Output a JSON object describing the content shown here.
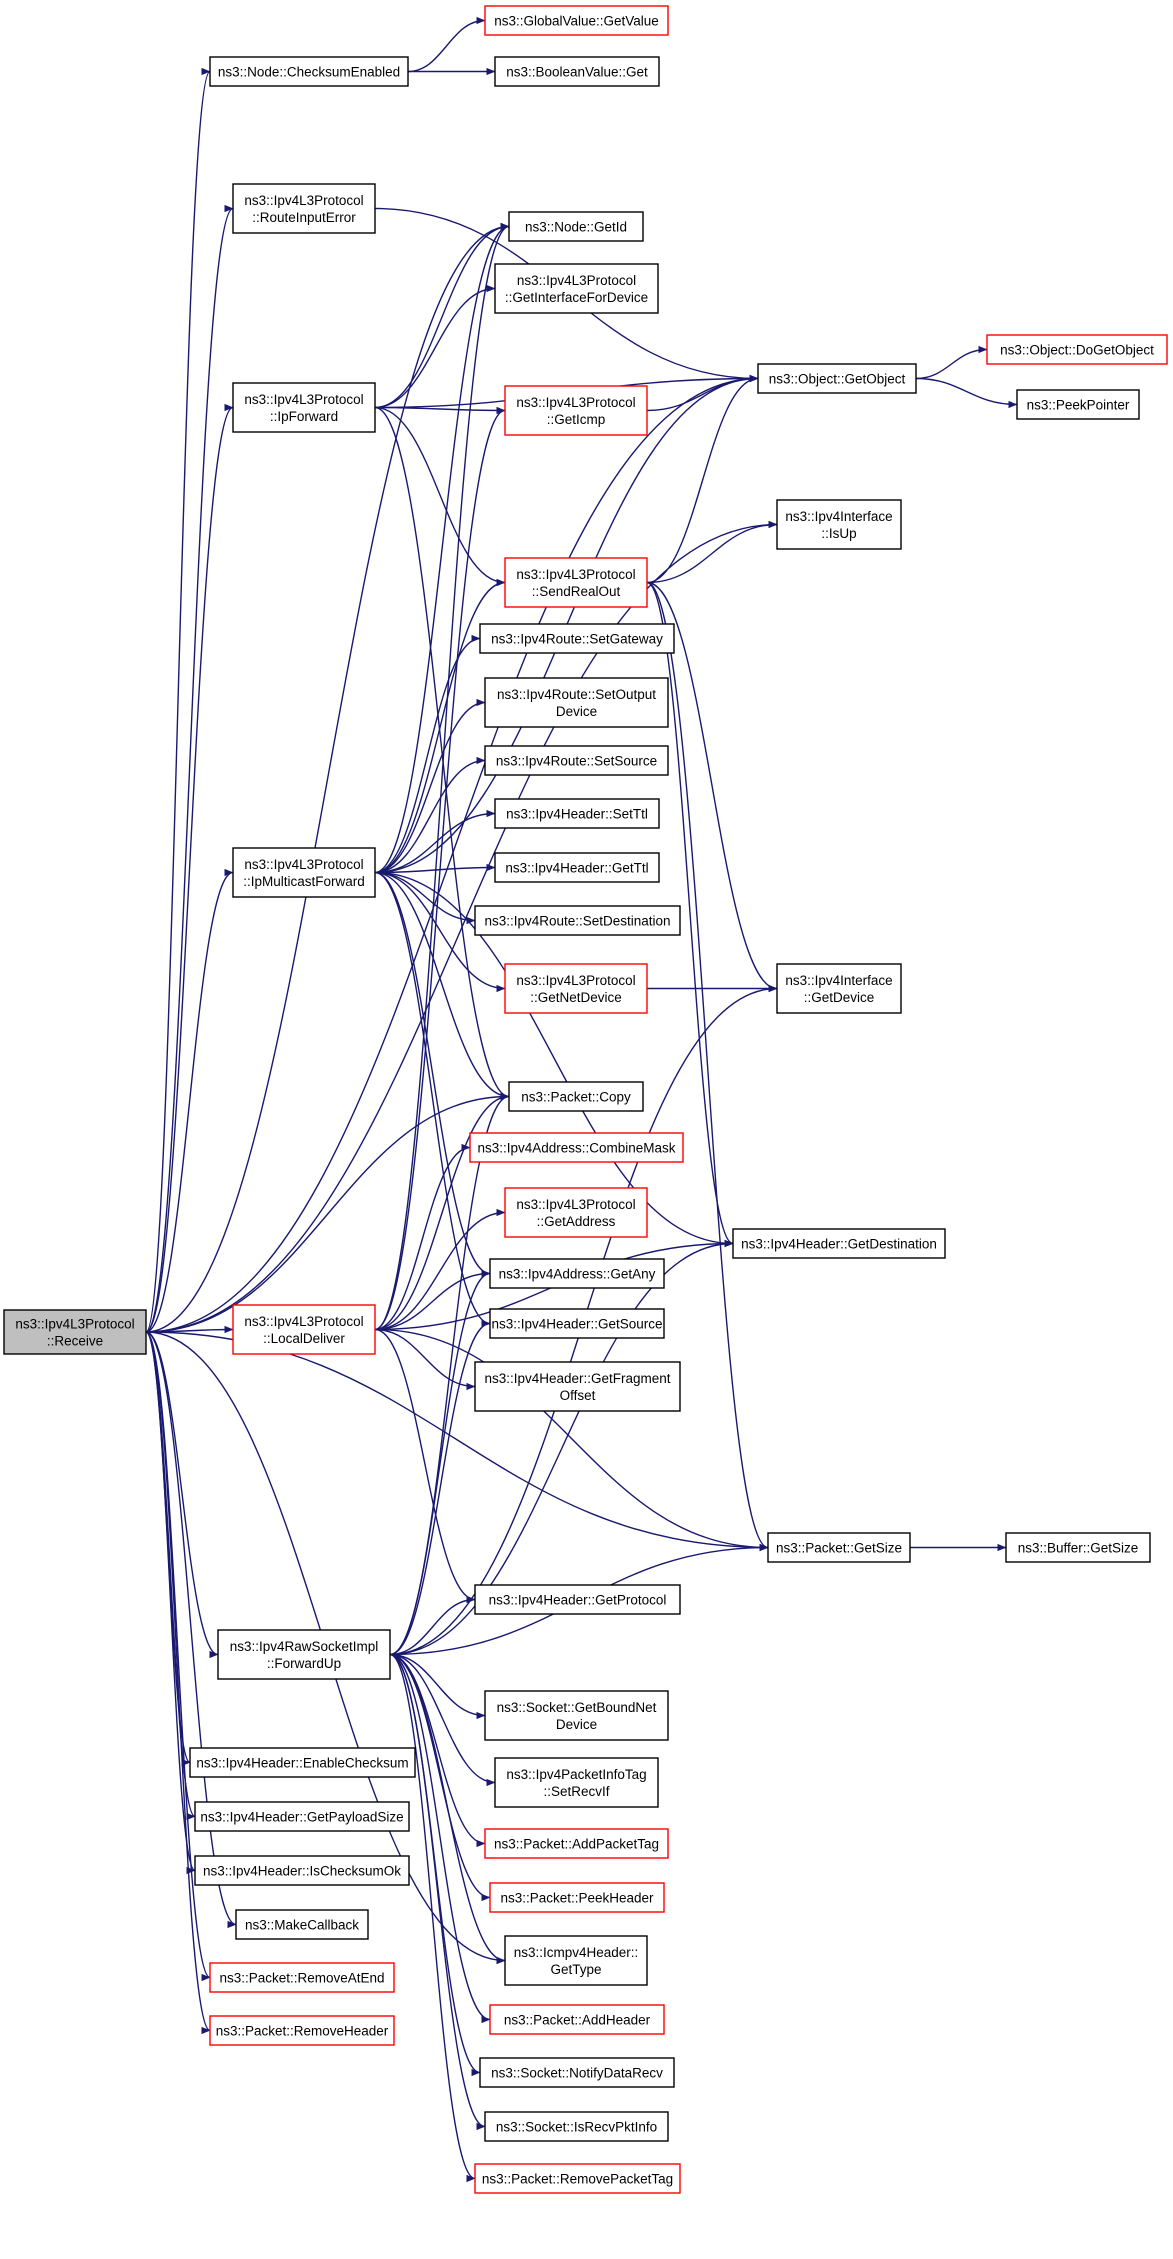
{
  "nodes": {
    "receive": {
      "lines": [
        "ns3::Ipv4L3Protocol",
        "::Receive"
      ],
      "style": "root"
    },
    "checksum_enabled": {
      "lines": [
        "ns3::Node::ChecksumEnabled"
      ]
    },
    "global_get_value": {
      "lines": [
        "ns3::GlobalValue::GetValue"
      ],
      "style": "red"
    },
    "boolean_get": {
      "lines": [
        "ns3::BooleanValue::Get"
      ]
    },
    "route_input_error": {
      "lines": [
        "ns3::Ipv4L3Protocol",
        "::RouteInputError"
      ]
    },
    "node_get_id": {
      "lines": [
        "ns3::Node::GetId"
      ]
    },
    "get_interface_for_device": {
      "lines": [
        "ns3::Ipv4L3Protocol",
        "::GetInterfaceForDevice"
      ]
    },
    "ip_forward": {
      "lines": [
        "ns3::Ipv4L3Protocol",
        "::IpForward"
      ]
    },
    "get_icmp": {
      "lines": [
        "ns3::Ipv4L3Protocol",
        "::GetIcmp"
      ],
      "style": "red"
    },
    "object_get_object": {
      "lines": [
        "ns3::Object::GetObject"
      ]
    },
    "do_get_object": {
      "lines": [
        "ns3::Object::DoGetObject"
      ],
      "style": "red"
    },
    "peek_pointer": {
      "lines": [
        "ns3::PeekPointer"
      ]
    },
    "iface_is_up": {
      "lines": [
        "ns3::Ipv4Interface",
        "::IsUp"
      ]
    },
    "send_real_out": {
      "lines": [
        "ns3::Ipv4L3Protocol",
        "::SendRealOut"
      ],
      "style": "red"
    },
    "route_set_gateway": {
      "lines": [
        "ns3::Ipv4Route::SetGateway"
      ]
    },
    "route_set_output_device": {
      "lines": [
        "ns3::Ipv4Route::SetOutput",
        "Device"
      ]
    },
    "route_set_source": {
      "lines": [
        "ns3::Ipv4Route::SetSource"
      ]
    },
    "header_set_ttl": {
      "lines": [
        "ns3::Ipv4Header::SetTtl"
      ]
    },
    "ip_multicast_forward": {
      "lines": [
        "ns3::Ipv4L3Protocol",
        "::IpMulticastForward"
      ]
    },
    "header_get_ttl": {
      "lines": [
        "ns3::Ipv4Header::GetTtl"
      ]
    },
    "route_set_destination": {
      "lines": [
        "ns3::Ipv4Route::SetDestination"
      ]
    },
    "get_net_device": {
      "lines": [
        "ns3::Ipv4L3Protocol",
        "::GetNetDevice"
      ],
      "style": "red"
    },
    "iface_get_device": {
      "lines": [
        "ns3::Ipv4Interface",
        "::GetDevice"
      ]
    },
    "packet_copy": {
      "lines": [
        "ns3::Packet::Copy"
      ]
    },
    "combine_mask": {
      "lines": [
        "ns3::Ipv4Address::CombineMask"
      ],
      "style": "red"
    },
    "get_address": {
      "lines": [
        "ns3::Ipv4L3Protocol",
        "::GetAddress"
      ],
      "style": "red"
    },
    "header_get_destination": {
      "lines": [
        "ns3::Ipv4Header::GetDestination"
      ]
    },
    "address_get_any": {
      "lines": [
        "ns3::Ipv4Address::GetAny"
      ]
    },
    "local_deliver": {
      "lines": [
        "ns3::Ipv4L3Protocol",
        "::LocalDeliver"
      ],
      "style": "red"
    },
    "header_get_source": {
      "lines": [
        "ns3::Ipv4Header::GetSource"
      ]
    },
    "header_get_fragment_offset": {
      "lines": [
        "ns3::Ipv4Header::GetFragment",
        "Offset"
      ]
    },
    "packet_get_size": {
      "lines": [
        "ns3::Packet::GetSize"
      ]
    },
    "buffer_get_size": {
      "lines": [
        "ns3::Buffer::GetSize"
      ]
    },
    "header_get_protocol": {
      "lines": [
        "ns3::Ipv4Header::GetProtocol"
      ]
    },
    "raw_forward_up": {
      "lines": [
        "ns3::Ipv4RawSocketImpl",
        "::ForwardUp"
      ]
    },
    "socket_get_bound_net_device": {
      "lines": [
        "ns3::Socket::GetBoundNet",
        "Device"
      ]
    },
    "enable_checksum": {
      "lines": [
        "ns3::Ipv4Header::EnableChecksum"
      ]
    },
    "packet_info_set_recv_if": {
      "lines": [
        "ns3::Ipv4PacketInfoTag",
        "::SetRecvIf"
      ]
    },
    "get_payload_size": {
      "lines": [
        "ns3::Ipv4Header::GetPayloadSize"
      ]
    },
    "add_packet_tag": {
      "lines": [
        "ns3::Packet::AddPacketTag"
      ],
      "style": "red"
    },
    "is_checksum_ok": {
      "lines": [
        "ns3::Ipv4Header::IsChecksumOk"
      ]
    },
    "peek_header": {
      "lines": [
        "ns3::Packet::PeekHeader"
      ],
      "style": "red"
    },
    "make_callback": {
      "lines": [
        "ns3::MakeCallback"
      ]
    },
    "icmp_get_type": {
      "lines": [
        "ns3::Icmpv4Header::",
        "GetType"
      ]
    },
    "remove_at_end": {
      "lines": [
        "ns3::Packet::RemoveAtEnd"
      ],
      "style": "red"
    },
    "remove_header": {
      "lines": [
        "ns3::Packet::RemoveHeader"
      ],
      "style": "red"
    },
    "add_header": {
      "lines": [
        "ns3::Packet::AddHeader"
      ],
      "style": "red"
    },
    "notify_data_recv": {
      "lines": [
        "ns3::Socket::NotifyDataRecv"
      ]
    },
    "is_recv_pkt_info": {
      "lines": [
        "ns3::Socket::IsRecvPktInfo"
      ]
    },
    "remove_packet_tag": {
      "lines": [
        "ns3::Packet::RemovePacketTag"
      ],
      "style": "red"
    }
  },
  "edges": [
    [
      "receive",
      "checksum_enabled"
    ],
    [
      "receive",
      "route_input_error"
    ],
    [
      "receive",
      "node_get_id"
    ],
    [
      "receive",
      "object_get_object"
    ],
    [
      "receive",
      "ip_forward"
    ],
    [
      "receive",
      "iface_is_up"
    ],
    [
      "receive",
      "ip_multicast_forward"
    ],
    [
      "receive",
      "packet_copy"
    ],
    [
      "receive",
      "local_deliver"
    ],
    [
      "receive",
      "raw_forward_up"
    ],
    [
      "receive",
      "enable_checksum"
    ],
    [
      "receive",
      "get_payload_size"
    ],
    [
      "receive",
      "is_checksum_ok"
    ],
    [
      "receive",
      "make_callback"
    ],
    [
      "receive",
      "remove_at_end"
    ],
    [
      "receive",
      "remove_header"
    ],
    [
      "receive",
      "icmp_get_type"
    ],
    [
      "receive",
      "packet_get_size"
    ],
    [
      "checksum_enabled",
      "global_get_value"
    ],
    [
      "checksum_enabled",
      "boolean_get"
    ],
    [
      "route_input_error",
      "object_get_object"
    ],
    [
      "ip_forward",
      "node_get_id"
    ],
    [
      "ip_forward",
      "get_interface_for_device"
    ],
    [
      "ip_forward",
      "object_get_object"
    ],
    [
      "ip_forward",
      "get_icmp"
    ],
    [
      "ip_forward",
      "send_real_out"
    ],
    [
      "ip_forward",
      "packet_copy"
    ],
    [
      "get_icmp",
      "object_get_object"
    ],
    [
      "object_get_object",
      "do_get_object"
    ],
    [
      "object_get_object",
      "peek_pointer"
    ],
    [
      "send_real_out",
      "object_get_object"
    ],
    [
      "send_real_out",
      "iface_is_up"
    ],
    [
      "send_real_out",
      "iface_get_device"
    ],
    [
      "send_real_out",
      "header_get_destination"
    ],
    [
      "send_real_out",
      "packet_get_size"
    ],
    [
      "ip_multicast_forward",
      "node_get_id"
    ],
    [
      "ip_multicast_forward",
      "object_get_object"
    ],
    [
      "ip_multicast_forward",
      "send_real_out"
    ],
    [
      "ip_multicast_forward",
      "route_set_gateway"
    ],
    [
      "ip_multicast_forward",
      "route_set_output_device"
    ],
    [
      "ip_multicast_forward",
      "route_set_source"
    ],
    [
      "ip_multicast_forward",
      "header_set_ttl"
    ],
    [
      "ip_multicast_forward",
      "header_get_ttl"
    ],
    [
      "ip_multicast_forward",
      "route_set_destination"
    ],
    [
      "ip_multicast_forward",
      "get_net_device"
    ],
    [
      "ip_multicast_forward",
      "packet_copy"
    ],
    [
      "ip_multicast_forward",
      "header_get_destination"
    ],
    [
      "ip_multicast_forward",
      "address_get_any"
    ],
    [
      "ip_multicast_forward",
      "header_get_source"
    ],
    [
      "get_net_device",
      "iface_get_device"
    ],
    [
      "local_deliver",
      "node_get_id"
    ],
    [
      "local_deliver",
      "get_icmp"
    ],
    [
      "local_deliver",
      "packet_copy"
    ],
    [
      "local_deliver",
      "combine_mask"
    ],
    [
      "local_deliver",
      "get_address"
    ],
    [
      "local_deliver",
      "address_get_any"
    ],
    [
      "local_deliver",
      "header_get_fragment_offset"
    ],
    [
      "local_deliver",
      "header_get_destination"
    ],
    [
      "local_deliver",
      "packet_get_size"
    ],
    [
      "local_deliver",
      "header_get_protocol"
    ],
    [
      "packet_get_size",
      "buffer_get_size"
    ],
    [
      "raw_forward_up",
      "packet_copy"
    ],
    [
      "raw_forward_up",
      "address_get_any"
    ],
    [
      "raw_forward_up",
      "header_get_source"
    ],
    [
      "raw_forward_up",
      "iface_get_device"
    ],
    [
      "raw_forward_up",
      "header_get_destination"
    ],
    [
      "raw_forward_up",
      "header_get_protocol"
    ],
    [
      "raw_forward_up",
      "socket_get_bound_net_device"
    ],
    [
      "raw_forward_up",
      "packet_info_set_recv_if"
    ],
    [
      "raw_forward_up",
      "add_packet_tag"
    ],
    [
      "raw_forward_up",
      "peek_header"
    ],
    [
      "raw_forward_up",
      "icmp_get_type"
    ],
    [
      "raw_forward_up",
      "add_header"
    ],
    [
      "raw_forward_up",
      "notify_data_recv"
    ],
    [
      "raw_forward_up",
      "is_recv_pkt_info"
    ],
    [
      "raw_forward_up",
      "remove_packet_tag"
    ],
    [
      "raw_forward_up",
      "packet_get_size"
    ]
  ]
}
